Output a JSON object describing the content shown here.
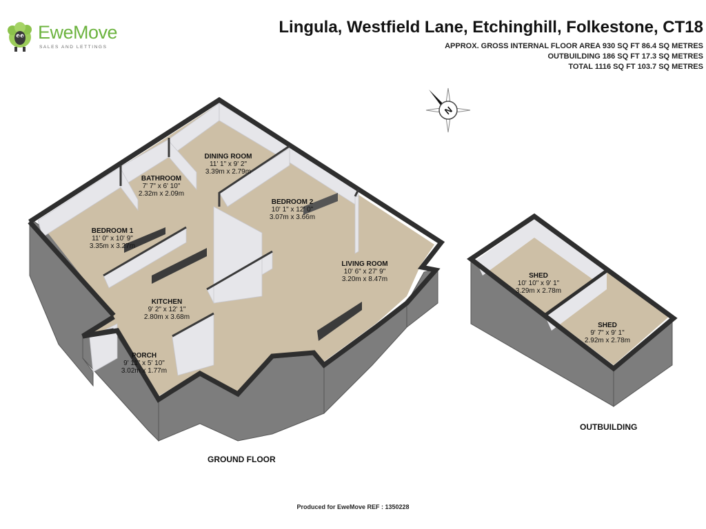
{
  "brand": {
    "name": "EweMove",
    "tagline": "SALES AND LETTINGS",
    "accent_color": "#6cb33f",
    "icon": "sheep-mascot-icon"
  },
  "header": {
    "title": "Lingula, Westfield Lane, Etchinghill, Folkestone, CT18",
    "area_lines": [
      "APPROX. GROSS INTERNAL FLOOR AREA 930 SQ FT 86.4 SQ METRES",
      "OUTBUILDING 186 SQ FT 17.3 SQ METRES",
      "TOTAL 1116 SQ FT 103.7 SQ METRES"
    ]
  },
  "compass": {
    "label": "N",
    "icon": "compass-icon"
  },
  "rooms": [
    {
      "name": "DINING ROOM",
      "imperial": "11' 1\" x 9' 2\"",
      "metric": "3.39m x 2.79m"
    },
    {
      "name": "BATHROOM",
      "imperial": "7' 7\" x 6' 10\"",
      "metric": "2.32m x 2.09m"
    },
    {
      "name": "BEDROOM 2",
      "imperial": "10' 1\" x 12' 0\"",
      "metric": "3.07m x 3.66m"
    },
    {
      "name": "BEDROOM 1",
      "imperial": "11' 0\" x 10' 9\"",
      "metric": "3.35m x 3.27m"
    },
    {
      "name": "LIVING ROOM",
      "imperial": "10' 6\" x 27' 9\"",
      "metric": "3.20m x 8.47m"
    },
    {
      "name": "KITCHEN",
      "imperial": "9' 2\" x 12' 1\"",
      "metric": "2.80m x 3.68m"
    },
    {
      "name": "PORCH",
      "imperial": "9' 11\" x 5' 10\"",
      "metric": "3.02m x 1.77m"
    },
    {
      "name": "SHED",
      "imperial": "10' 10\" x 9' 1\"",
      "metric": "3.29m x 2.78m"
    },
    {
      "name": "SHED",
      "imperial": "9' 7\" x 9' 1\"",
      "metric": "2.92m x 2.78m"
    }
  ],
  "floors": {
    "ground": "GROUND FLOOR",
    "outbuilding": "OUTBUILDING"
  },
  "footer": "Produced for EweMove   REF : 1350228",
  "colors": {
    "floor": "#cdbfa6",
    "wall_top": "#2e2e2e",
    "wall_face": "#7a7a7a",
    "interior_wall": "#e8e8ec"
  }
}
